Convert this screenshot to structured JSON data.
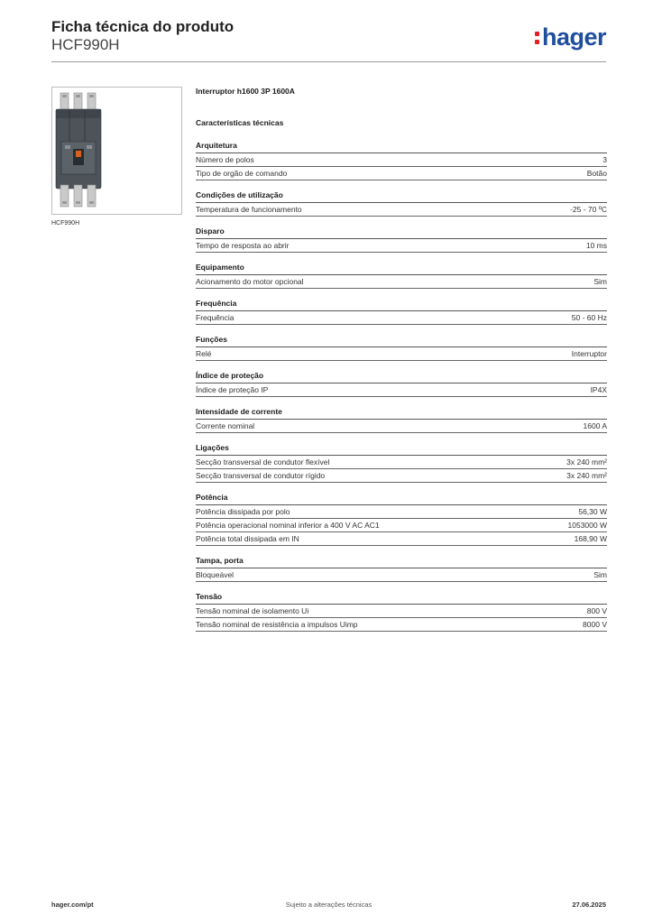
{
  "header": {
    "title": "Ficha técnica do produto",
    "code": "HCF990H",
    "logo": "hager"
  },
  "image": {
    "caption": "HCF990H"
  },
  "product_name": "Interruptor h1600 3P 1600A",
  "section_title": "Características técnicas",
  "groups": [
    {
      "title": "Arquitetura",
      "rows": [
        {
          "label": "Número de polos",
          "value": "3"
        },
        {
          "label": "Tipo de orgão de comando",
          "value": "Botão"
        }
      ]
    },
    {
      "title": "Condições de utilização",
      "rows": [
        {
          "label": "Temperatura de funcionamento",
          "value": "-25 - 70 ºC"
        }
      ]
    },
    {
      "title": "Disparo",
      "rows": [
        {
          "label": "Tempo de resposta ao abrir",
          "value": "10 ms"
        }
      ]
    },
    {
      "title": "Equipamento",
      "rows": [
        {
          "label": "Acionamento do motor opcional",
          "value": "Sim"
        }
      ]
    },
    {
      "title": "Frequência",
      "rows": [
        {
          "label": "Frequência",
          "value": "50 - 60 Hz"
        }
      ]
    },
    {
      "title": "Funções",
      "rows": [
        {
          "label": "Relé",
          "value": "Interruptor"
        }
      ]
    },
    {
      "title": "Índice de proteção",
      "rows": [
        {
          "label": "Índice de proteção IP",
          "value": "IP4X"
        }
      ]
    },
    {
      "title": "Intensidade de corrente",
      "rows": [
        {
          "label": "Corrente nominal",
          "value": "1600 A"
        }
      ]
    },
    {
      "title": "Ligações",
      "rows": [
        {
          "label": "Secção transversal de condutor flexível",
          "value": "3x 240 mm²"
        },
        {
          "label": "Secção transversal de condutor rígido",
          "value": "3x 240 mm²"
        }
      ]
    },
    {
      "title": "Potência",
      "rows": [
        {
          "label": "Potência dissipada por polo",
          "value": "56,30 W"
        },
        {
          "label": "Potência operacional nominal inferior a 400 V AC AC1",
          "value": "1053000 W"
        },
        {
          "label": "Potência total dissipada em IN",
          "value": "168,90 W"
        }
      ]
    },
    {
      "title": "Tampa, porta",
      "rows": [
        {
          "label": "Bloqueável",
          "value": "Sim"
        }
      ]
    },
    {
      "title": "Tensão",
      "rows": [
        {
          "label": "Tensão nominal de isolamento Ui",
          "value": "800 V"
        },
        {
          "label": "Tensão nominal de resistência a impulsos Uimp",
          "value": "8000 V"
        }
      ]
    }
  ],
  "footer": {
    "website": "hager.com/pt",
    "note": "Sujeito a alterações técnicas",
    "date": "27.06.2025"
  }
}
